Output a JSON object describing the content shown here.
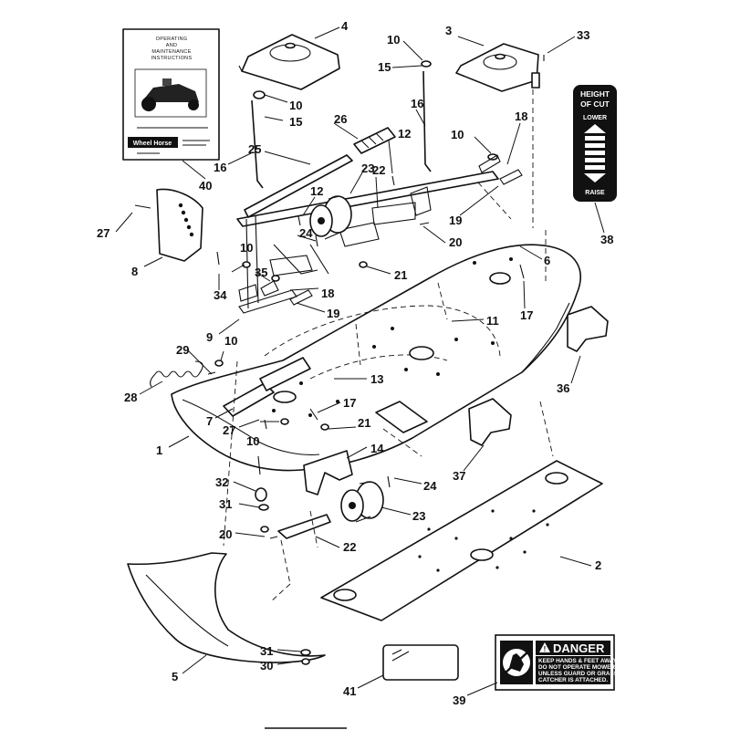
{
  "manual": {
    "title_lines": [
      "OPERATING",
      "AND",
      "MAINTENANCE",
      "INSTRUCTIONS"
    ],
    "brand": "Wheel Horse"
  },
  "height_decal": {
    "title_lines": [
      "HEIGHT",
      "OF CUT"
    ],
    "lower": "LOWER",
    "raise": "RAISE"
  },
  "danger_decal": {
    "title": "DANGER",
    "lines": [
      "KEEP HANDS & FEET AWAY.",
      "DO NOT OPERATE MOWER",
      "UNLESS GUARD OR GRASS",
      "CATCHER IS ATTACHED."
    ]
  },
  "callouts": [
    "1",
    "2",
    "3",
    "4",
    "5",
    "6",
    "7",
    "8",
    "9",
    "10",
    "10",
    "10",
    "10",
    "10",
    "10",
    "11",
    "12",
    "12",
    "13",
    "14",
    "15",
    "15",
    "16",
    "16",
    "17",
    "17",
    "18",
    "18",
    "19",
    "19",
    "20",
    "20",
    "21",
    "21",
    "22",
    "22",
    "23",
    "23",
    "24",
    "24",
    "25",
    "26",
    "27",
    "27",
    "28",
    "29",
    "30",
    "31",
    "31",
    "32",
    "33",
    "34",
    "35",
    "36",
    "37",
    "38",
    "39",
    "40",
    "41"
  ],
  "colors": {
    "ink": "#111111",
    "paper": "#ffffff"
  }
}
